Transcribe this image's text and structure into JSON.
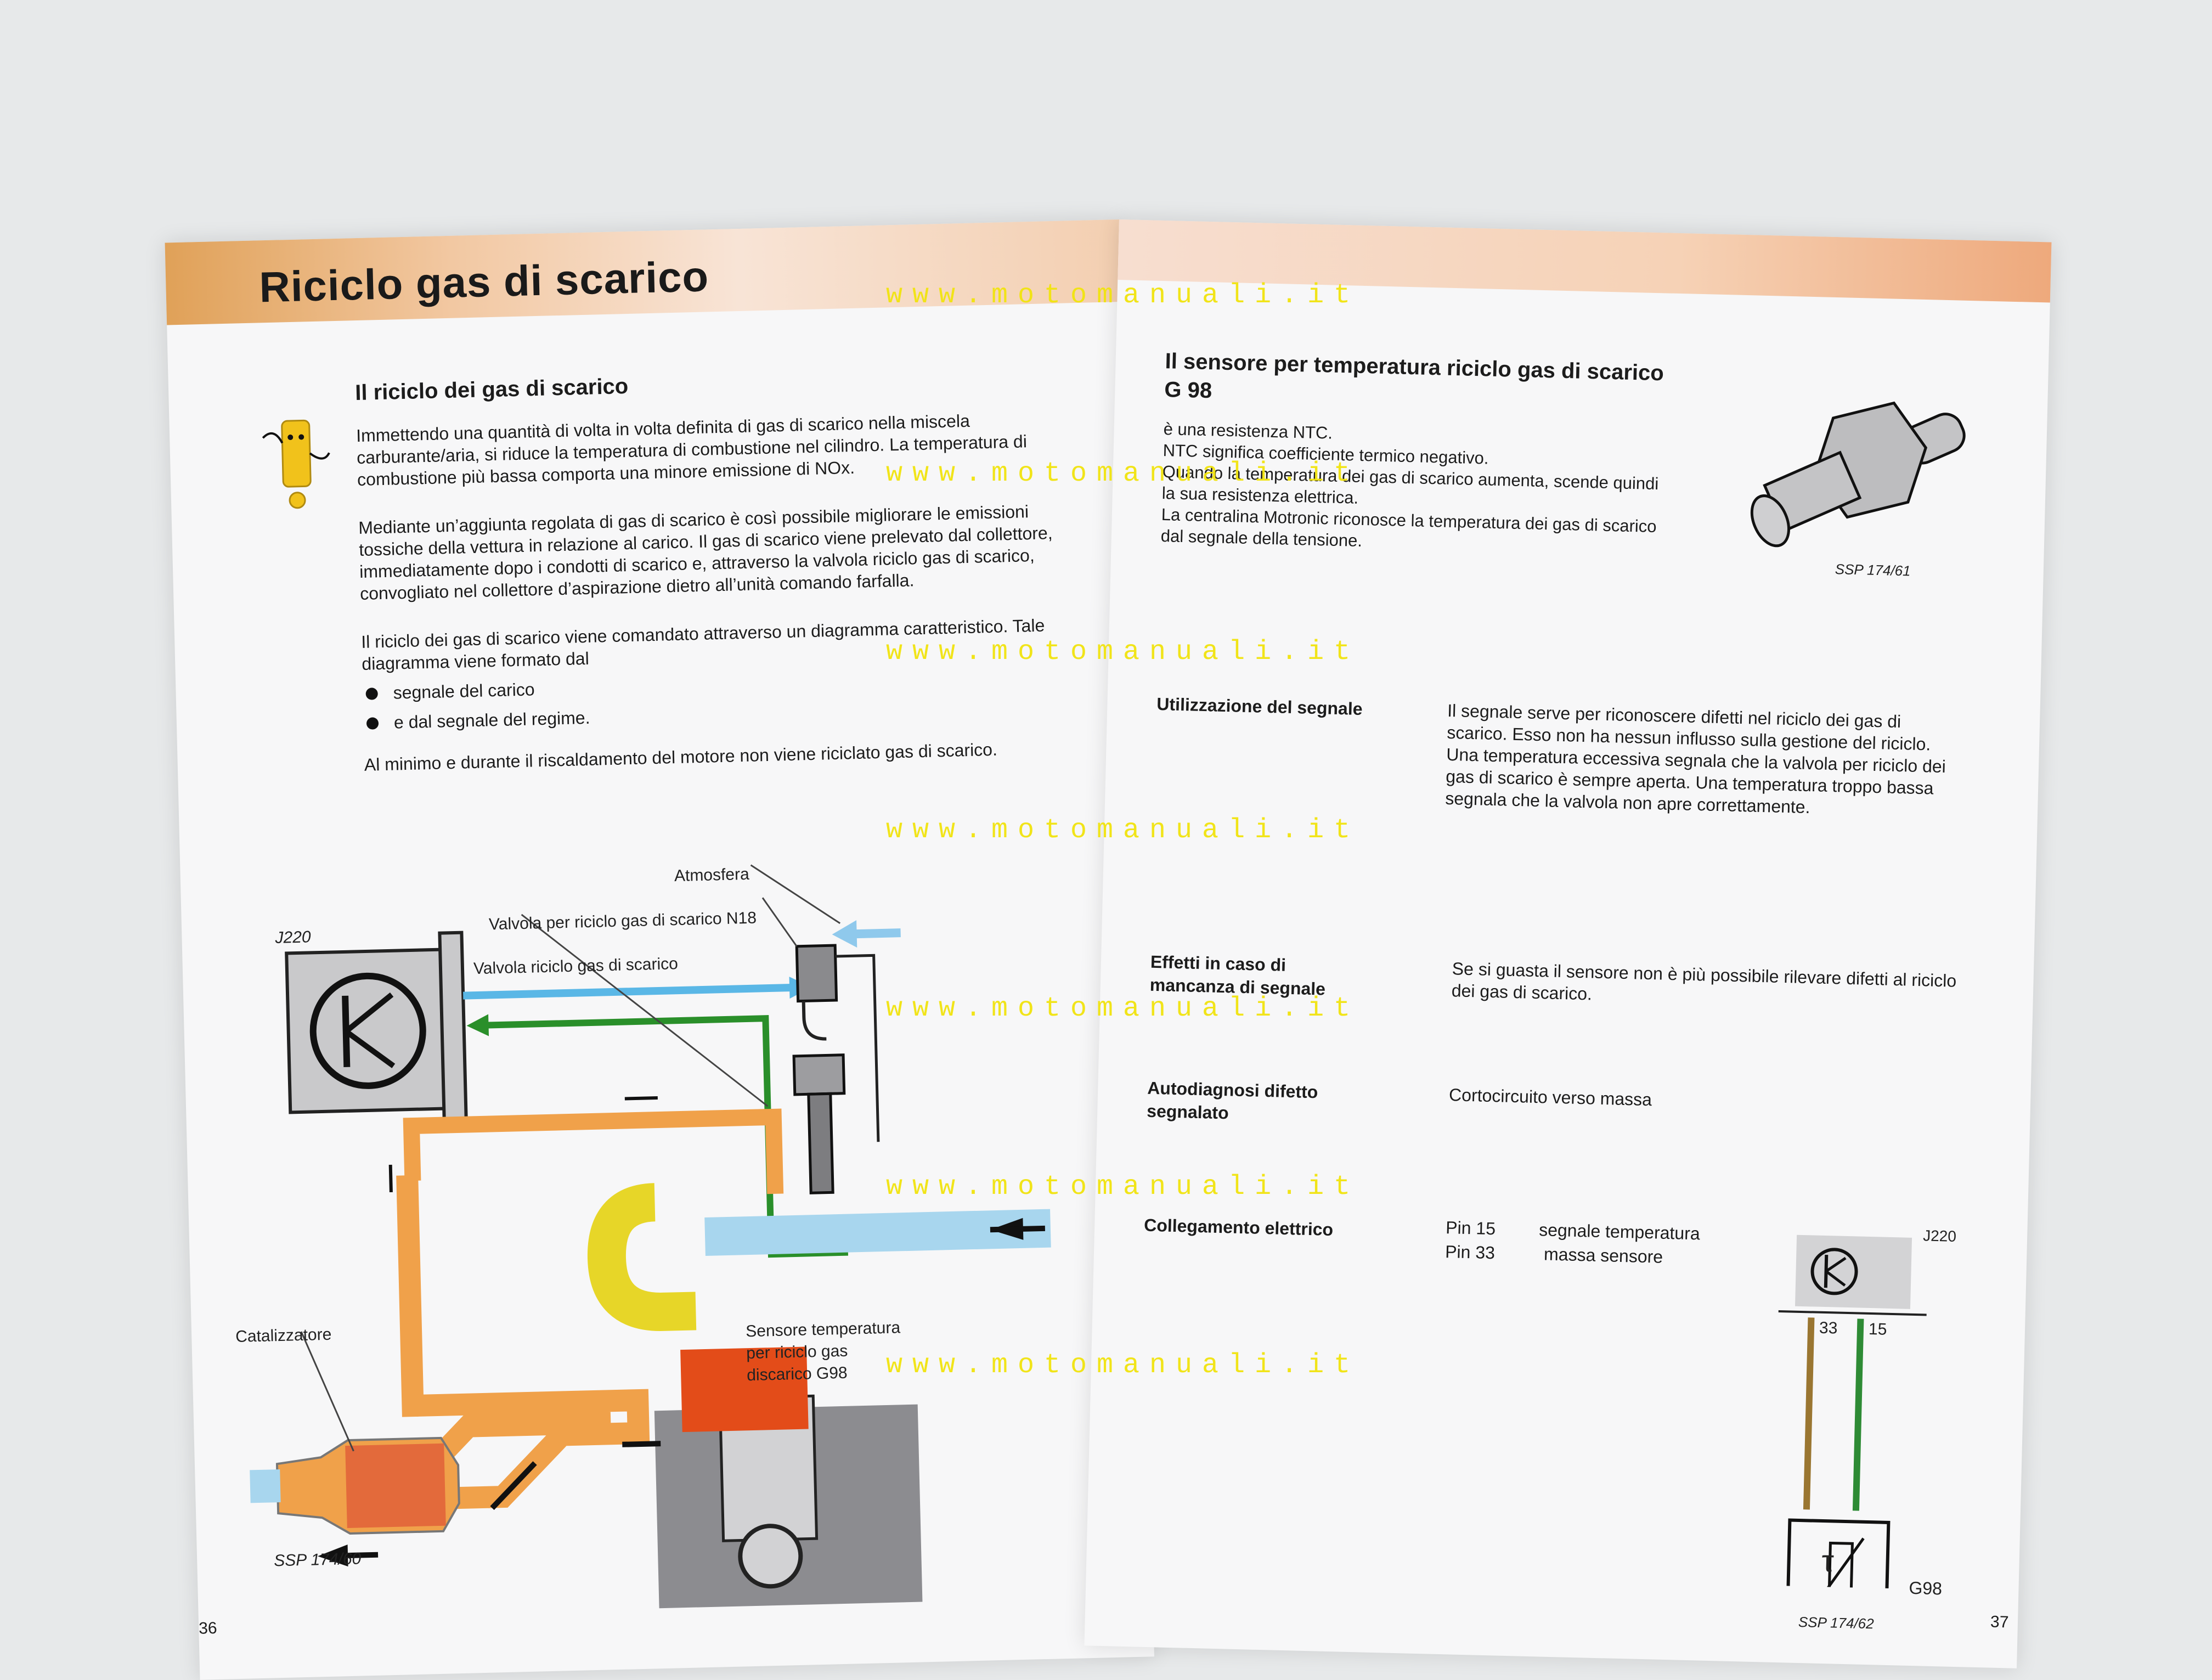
{
  "watermark": "www.motomanuali.it",
  "left": {
    "title": "Riciclo gas di scarico",
    "section_title": "Il riciclo dei gas di scarico",
    "para1": "Immettendo una quantità di volta in volta definita di gas di scarico nella miscela carburante/aria, si riduce la temperatura di combustione nel cilindro. La temperatura di combustione più bassa comporta una minore emissione di NOx.",
    "para2": "Mediante un’aggiunta regolata di gas di scarico è così possibile migliorare le emissioni tossiche della vettura in relazione al carico. Il gas di scarico viene prelevato dal collettore, immediatamente dopo i condotti di scarico e, attraverso la valvola riciclo gas di scarico, convogliato nel collettore d’aspirazione dietro all’unità comando farfalla.",
    "para3": "Il riciclo dei gas di scarico viene comandato attraverso un diagramma caratteristico. Tale diagramma viene formato dal",
    "bullets": [
      "segnale del carico",
      "e dal segnale del regime."
    ],
    "para4": "Al minimo e durante il riscaldamento del motore non viene riciclato gas di scarico.",
    "diagram": {
      "atmosfera": "Atmosfera",
      "j220": "J220",
      "n18": "Valvola per riciclo gas di scarico N18",
      "valvola": "Valvola riciclo gas di scarico",
      "catalizzatore": "Catalizzatore",
      "sensore": [
        "Sensore temperatura",
        "per riciclo gas",
        "discarico G98"
      ],
      "ssp": "SSP 174/60"
    },
    "page_number": "36"
  },
  "right": {
    "section_title_1": "Il sensore per temperatura riciclo gas di scarico",
    "section_title_2": "G 98",
    "intro": [
      "è una resistenza NTC.",
      "NTC significa coefficiente termico negativo.",
      "Quando la temperatura dei gas di scarico aumenta, scende quindi",
      "la sua resistenza elettrica.",
      "La centralina Motronic riconosce la temperatura dei gas di scarico",
      "dal segnale della tensione."
    ],
    "sensor_ssp": "SSP 174/61",
    "rows": [
      {
        "label": "Utilizzazione del segnale",
        "text": "Il segnale serve per riconoscere difetti nel riciclo dei gas di scarico. Esso non ha nessun influsso sulla gestione del riciclo. Una temperatura eccessiva segnala che la valvola per riciclo dei gas di scarico è sempre aperta. Una temperatura troppo bassa segnala che la valvola non apre correttamente."
      },
      {
        "label": "Effetti in caso di mancanza di segnale",
        "text": "Se si guasta il sensore non è più possibile rilevare difetti al riciclo dei gas di scarico."
      },
      {
        "label": "Autodiagnosi difetto segnalato",
        "text": "Cortocircuito verso massa"
      },
      {
        "label": "Collegamento elettrico",
        "text": ""
      }
    ],
    "pins": [
      {
        "pin": "Pin 15",
        "desc": "segnale temperatura"
      },
      {
        "pin": "Pin 33",
        "desc": "massa sensore"
      }
    ],
    "wiring": {
      "j220": "J220",
      "pin_a": "33",
      "pin_b": "15",
      "g98": "G98",
      "ssp": "SSP 174/62",
      "tau": "τ"
    },
    "page_number": "37"
  }
}
